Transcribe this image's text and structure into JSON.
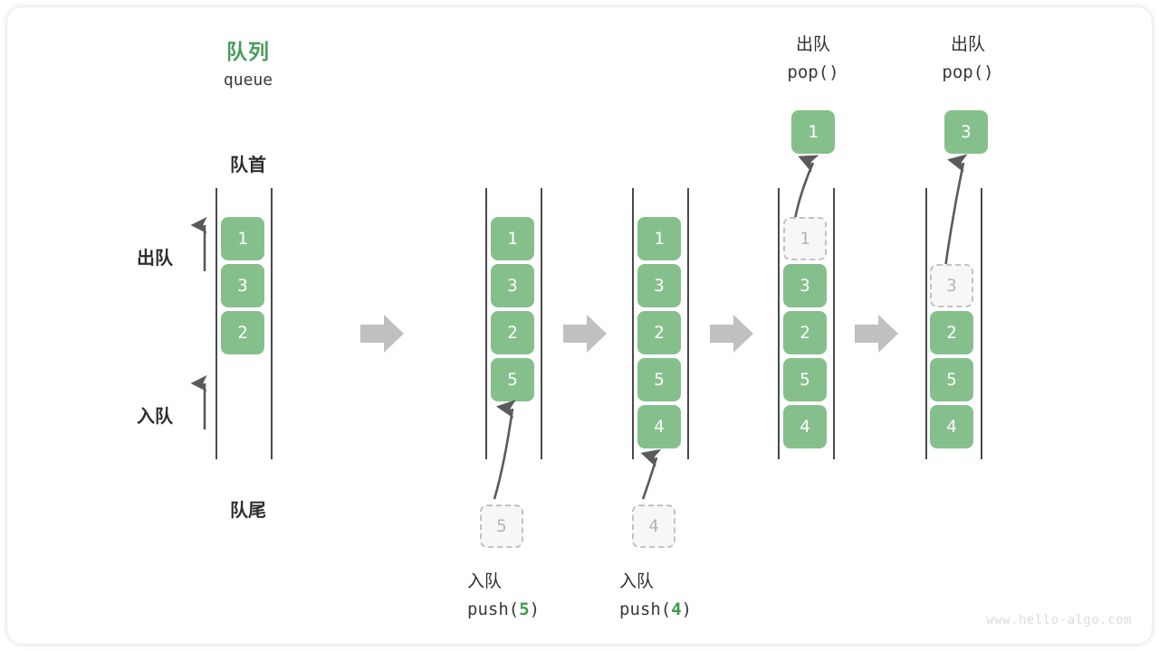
{
  "diagram": {
    "title_cn": "队列",
    "title_en": "queue",
    "front_label": "队首",
    "rear_label": "队尾",
    "dequeue_label": "出队",
    "enqueue_label": "入队",
    "watermark": "www.hello-algo.com",
    "accent_green": "#85c08c",
    "title_green": "#4a9c5d",
    "ghost_gray": "#b5b5b5",
    "arrow_gray": "#5a5a5a",
    "step_arrow_gray": "#c0c0c0"
  },
  "columns": [
    {
      "id": "state-initial",
      "boxes": [
        {
          "value": "1",
          "state": "solid"
        },
        {
          "value": "3",
          "state": "solid"
        },
        {
          "value": "2",
          "state": "solid"
        }
      ],
      "op_cn": "",
      "op_code": "",
      "op_arg": "",
      "incoming": null,
      "outgoing": null
    },
    {
      "id": "state-push-5",
      "boxes": [
        {
          "value": "1",
          "state": "solid"
        },
        {
          "value": "3",
          "state": "solid"
        },
        {
          "value": "2",
          "state": "solid"
        },
        {
          "value": "5",
          "state": "solid"
        }
      ],
      "op_cn": "入队",
      "op_code_prefix": "push(",
      "op_arg": "5",
      "op_code_suffix": ")",
      "incoming": {
        "value": "5"
      },
      "outgoing": null
    },
    {
      "id": "state-push-4",
      "boxes": [
        {
          "value": "1",
          "state": "solid"
        },
        {
          "value": "3",
          "state": "solid"
        },
        {
          "value": "2",
          "state": "solid"
        },
        {
          "value": "5",
          "state": "solid"
        },
        {
          "value": "4",
          "state": "solid"
        }
      ],
      "op_cn": "入队",
      "op_code_prefix": "push(",
      "op_arg": "4",
      "op_code_suffix": ")",
      "incoming": {
        "value": "4"
      },
      "outgoing": null
    },
    {
      "id": "state-pop-1",
      "boxes": [
        {
          "value": "1",
          "state": "ghost"
        },
        {
          "value": "3",
          "state": "solid"
        },
        {
          "value": "2",
          "state": "solid"
        },
        {
          "value": "5",
          "state": "solid"
        },
        {
          "value": "4",
          "state": "solid"
        }
      ],
      "op_cn": "出队",
      "op_code": "pop()",
      "incoming": null,
      "outgoing": {
        "value": "1"
      }
    },
    {
      "id": "state-pop-3",
      "boxes": [
        {
          "value": "",
          "state": "empty"
        },
        {
          "value": "3",
          "state": "ghost"
        },
        {
          "value": "2",
          "state": "solid"
        },
        {
          "value": "5",
          "state": "solid"
        },
        {
          "value": "4",
          "state": "solid"
        }
      ],
      "op_cn": "出队",
      "op_code": "pop()",
      "incoming": null,
      "outgoing": {
        "value": "3"
      }
    }
  ]
}
